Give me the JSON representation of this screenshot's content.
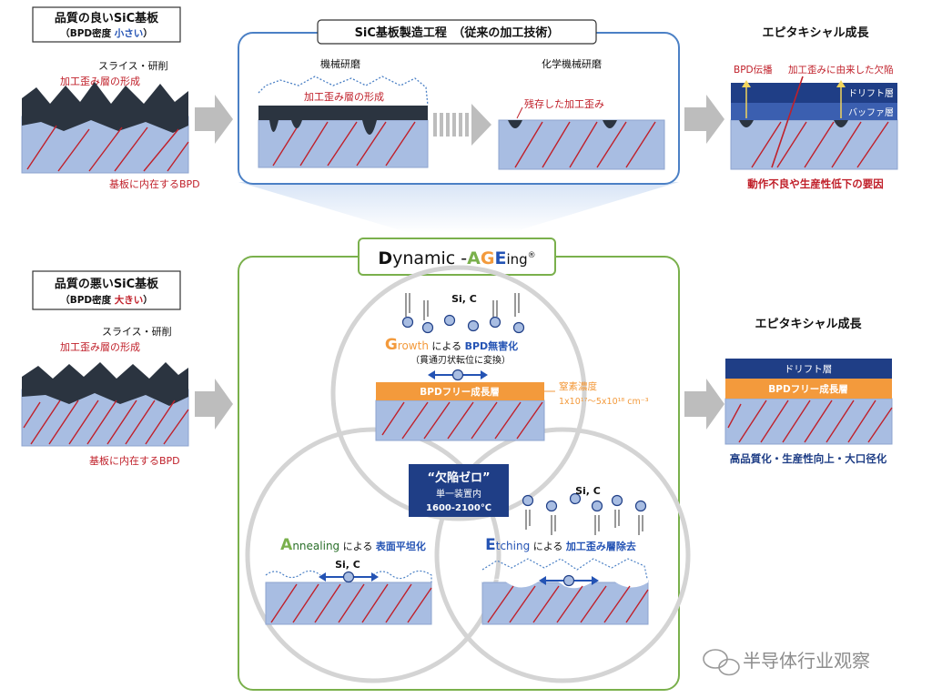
{
  "colors": {
    "substrate": "#a8bde2",
    "substrate_edge": "#8ea4cf",
    "damage": "#2b3440",
    "bpd": "#c0202a",
    "red_text": "#c0202a",
    "orange": "#f39a3c",
    "navy": "#1f3e86",
    "blue_text": "#2453b4",
    "green_frame": "#7ab04c",
    "blue_frame": "#4b80c5",
    "arrow_gray": "#bdbdbd"
  },
  "top_good": {
    "title": "品質の良いSiC基板",
    "bpd_prefix": "（BPD密度 ",
    "bpd_level": "小さい",
    "bpd_suffix": "）",
    "slice_label": "スライス・研削",
    "damage_label": "加工歪み層の形成",
    "bpd_label": "基板に内在するBPD"
  },
  "conventional": {
    "title": "SiC基板製造工程　（従来の加工技術）",
    "mech_label": "機械研磨",
    "mech_damage_label": "加工歪み層の形成",
    "chem_label": "化学機械研磨",
    "chem_residual_label": "残存した加工歪み"
  },
  "top_epi": {
    "title": "エピタキシャル成長",
    "bpd_propagation": "BPD伝播",
    "defect_label": "加工歪みに由来した欠陥",
    "drift_label": "ドリフト層",
    "buffer_label": "バッファ層",
    "problem": "動作不良や生産性低下の要因"
  },
  "bottom_bad": {
    "title": "品質の悪いSiC基板",
    "bpd_prefix": "（BPD密度 ",
    "bpd_level": "大きい",
    "bpd_suffix": "）",
    "slice_label": "スライス・研削",
    "damage_label": "加工歪み層の形成",
    "bpd_label": "基板に内在するBPD"
  },
  "dynamic": {
    "title_d": "D",
    "title_ynamic": "ynamic -",
    "title_a": "A",
    "title_g": "G",
    "title_e": "E",
    "title_ing": "ing",
    "title_mark": "®",
    "growth_initial": "G",
    "growth_word": "rowth",
    "growth_mid": " による ",
    "growth_effect": "BPD無害化",
    "growth_sub": "（貫通刃状転位に変換）",
    "growth_sic": "Si, C",
    "bpd_free_layer": "BPDフリー成長層",
    "nitrogen_label": "窒素濃度",
    "nitrogen_range": "1x10¹⁷～5x10¹⁸ cm⁻³",
    "center_title": "“欠陥ゼロ”",
    "center_line1": "単一装置内",
    "center_line2": "1600-2100℃",
    "anneal_initial": "A",
    "anneal_word": "nnealing",
    "anneal_mid": " による ",
    "anneal_effect": "表面平坦化",
    "anneal_sic": "Si, C",
    "etch_initial": "E",
    "etch_word": "tching",
    "etch_mid": " による ",
    "etch_effect": "加工歪み層除去",
    "etch_sic": "Si, C"
  },
  "bottom_epi": {
    "title": "エピタキシャル成長",
    "drift_label": "ドリフト層",
    "bpd_free_label": "BPDフリー成長層",
    "benefit": "高品質化・生産性向上・大口径化"
  },
  "watermark": {
    "text": "半导体行业观察"
  }
}
